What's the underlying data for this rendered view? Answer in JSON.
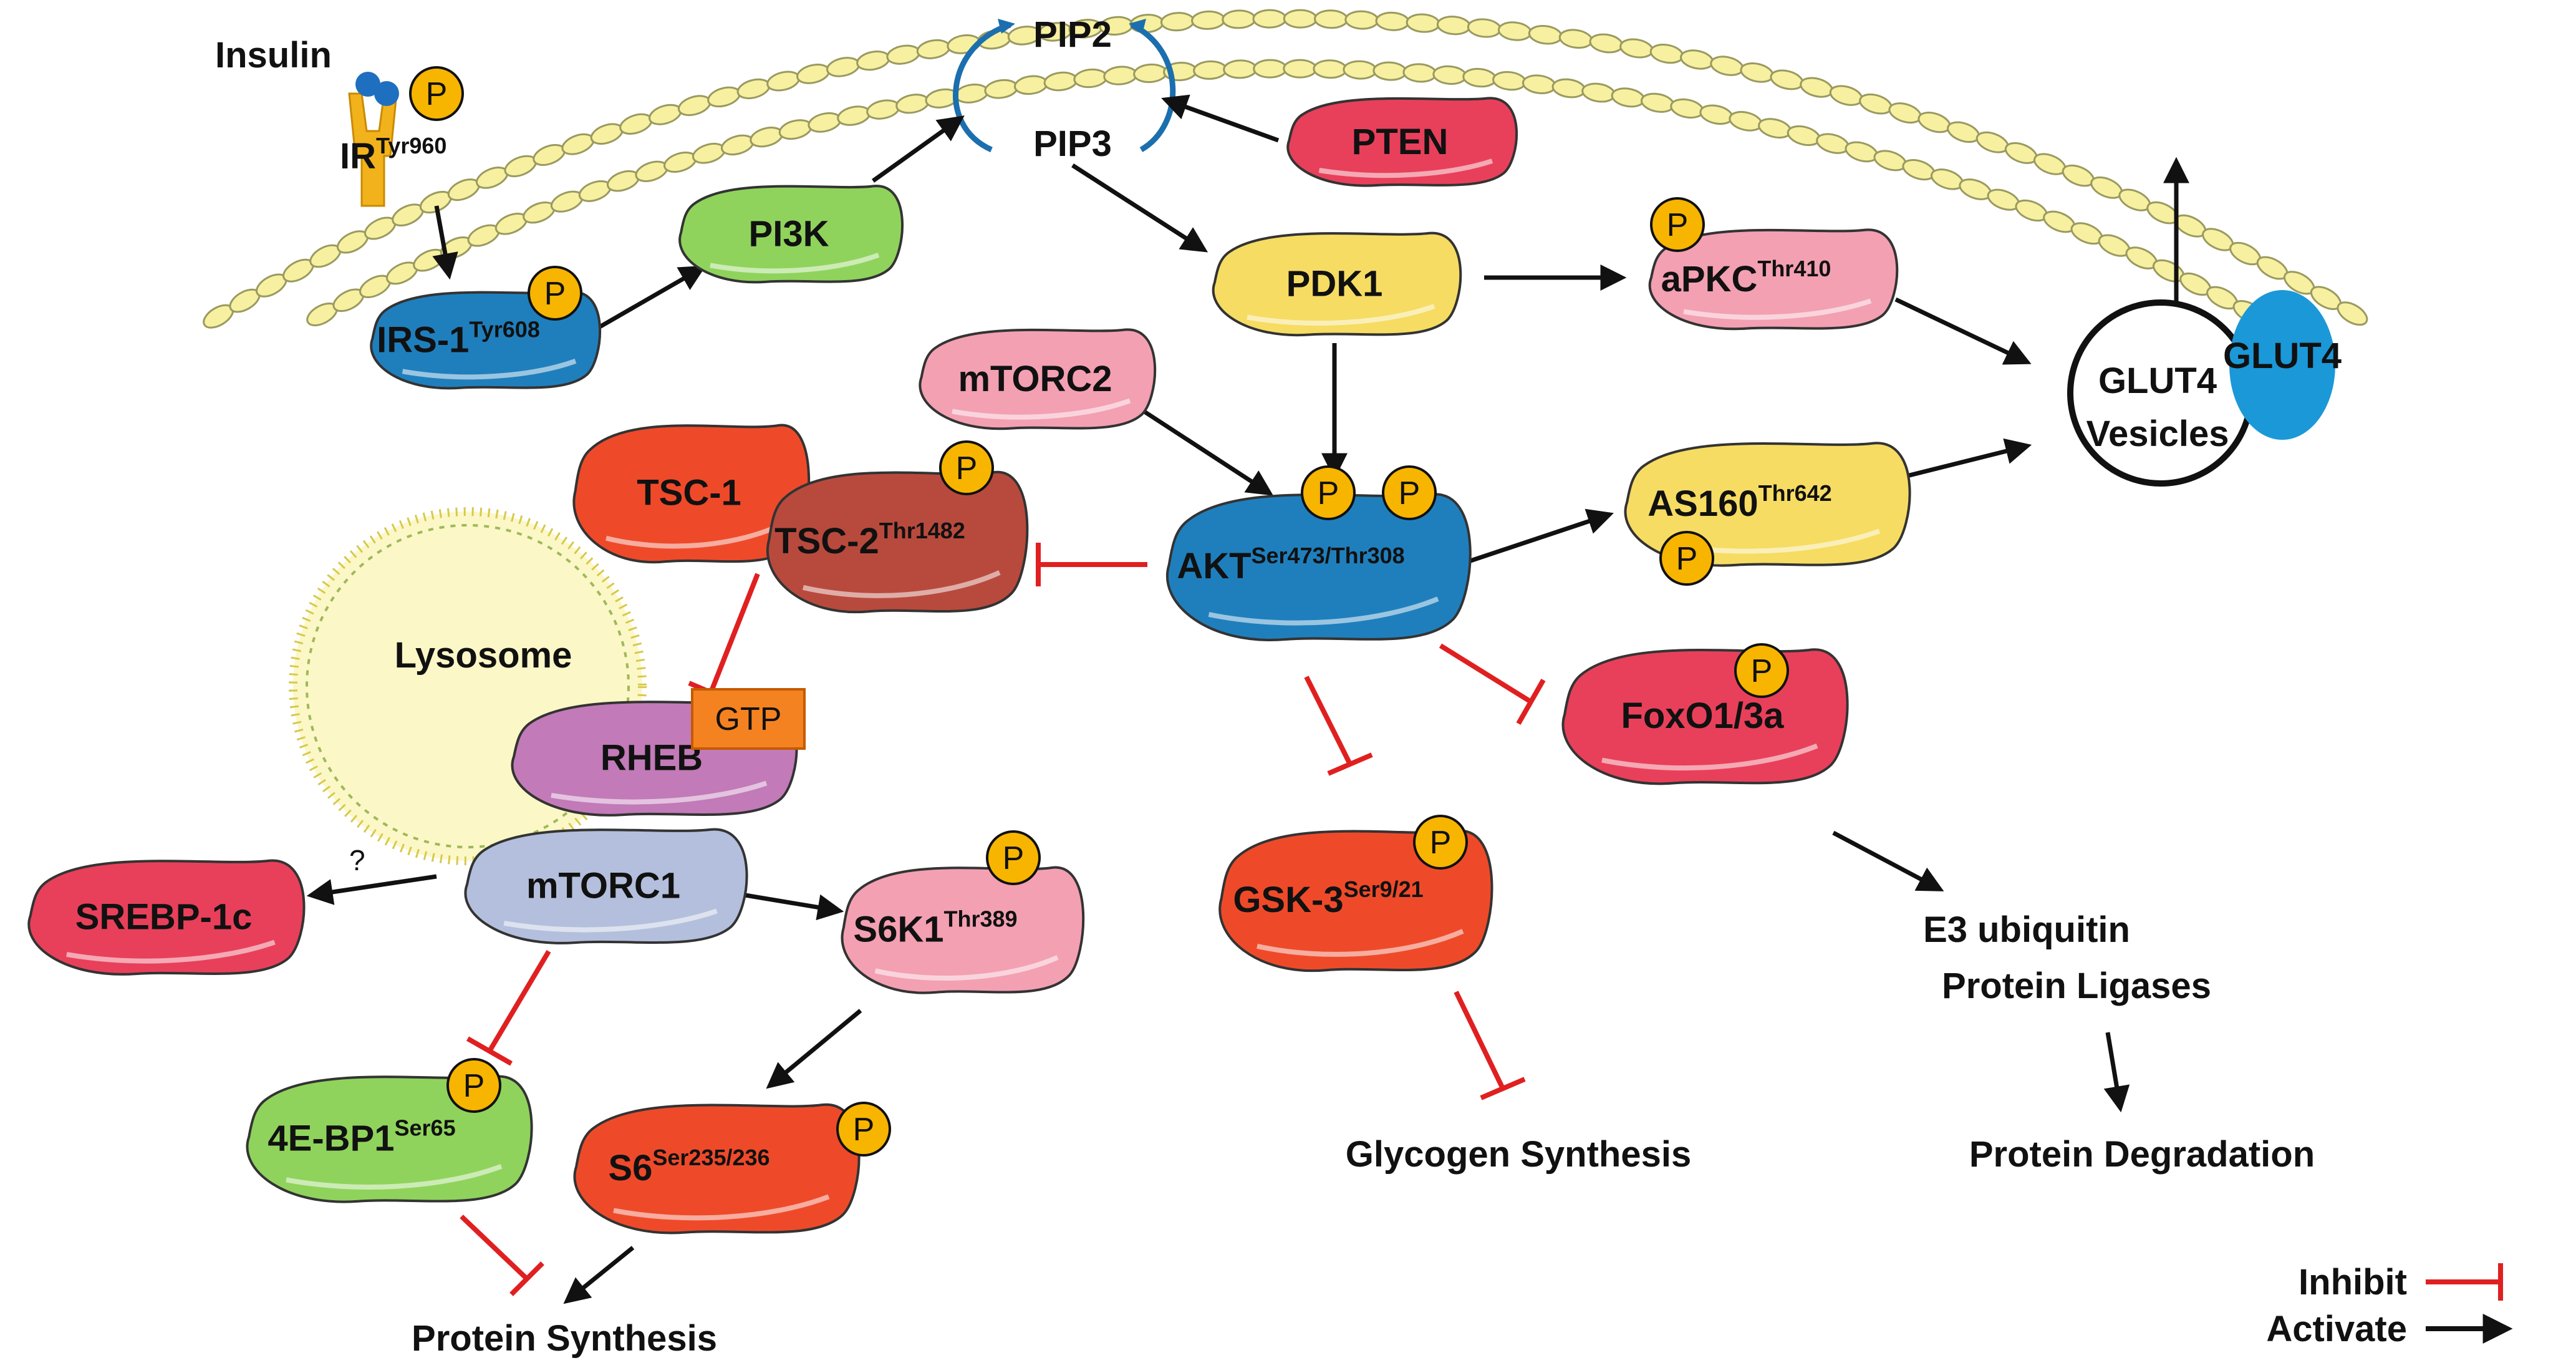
{
  "colors": {
    "blue": "#1f7fbd",
    "green": "#8fd35c",
    "yellow": "#f6dc62",
    "red": "#e8405a",
    "pink": "#f3a0b2",
    "orange_red": "#ee4a2a",
    "brown": "#b84a3d",
    "purple": "#c27ab8",
    "lavender": "#b3bfdc",
    "gtp": "#f58220",
    "phospho": "#f7b500",
    "inhibit": "#e02020",
    "activate": "#111111",
    "glut4": "#1b98d8"
  },
  "labels": {
    "insulin": "Insulin",
    "ir": "IR",
    "ir_site": "Tyr960",
    "irs1": "IRS-1",
    "irs1_site": "Tyr608",
    "pi3k": "PI3K",
    "pip2": "PIP2",
    "pip3": "PIP3",
    "pten": "PTEN",
    "pdk1": "PDK1",
    "apkc": "aPKC",
    "apkc_site": "Thr410",
    "glut4_vesicles_1": "GLUT4",
    "glut4_vesicles_2": "Vesicles",
    "glut4": "GLUT4",
    "mtorc2": "mTORC2",
    "tsc1": "TSC-1",
    "tsc2": "TSC-2",
    "tsc2_site": "Thr1482",
    "akt": "AKT",
    "akt_site": "Ser473/Thr308",
    "as160": "AS160",
    "as160_site": "Thr642",
    "lysosome": "Lysosome",
    "gtp": "GTP",
    "rheb": "RHEB",
    "mtorc1": "mTORC1",
    "question": "?",
    "srebp": "SREBP-1c",
    "s6k1": "S6K1",
    "s6k1_site": "Thr389",
    "foxo": "FoxO1/3a",
    "gsk3": "GSK-3",
    "gsk3_site": "Ser9/21",
    "e3_1": "E3 ubiquitin",
    "e3_2": "Protein Ligases",
    "protein_degradation": "Protein Degradation",
    "glycogen_synthesis": "Glycogen Synthesis",
    "ebp1": "4E-BP1",
    "ebp1_site": "Ser65",
    "s6": "S6",
    "s6_site": "Ser235/236",
    "protein_synthesis": "Protein Synthesis",
    "phospho": "P"
  },
  "legend": {
    "inhibit": "Inhibit",
    "activate": "Activate"
  }
}
